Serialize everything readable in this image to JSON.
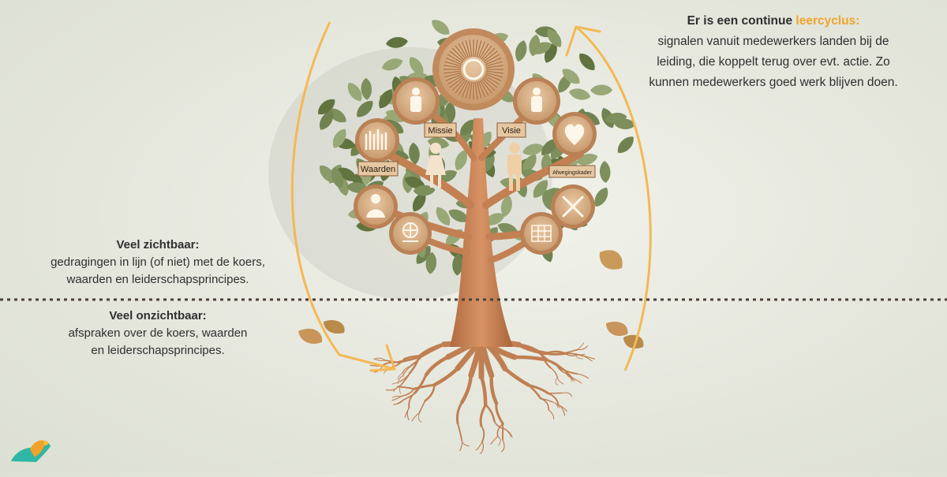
{
  "learning_cycle": {
    "heading_prefix": "Er is een continue ",
    "heading_accent": "leercyclus:",
    "body": [
      "signalen vanuit medewerkers landen bij de",
      "leiding, die koppelt terug over evt. actie. Zo",
      "kunnen medewerkers goed werk blijven doen."
    ]
  },
  "visible": {
    "heading": "Veel zichtbaar:",
    "body": [
      "gedragingen in lijn (of niet) met de koers,",
      "waarden en leiderschapsprincipes."
    ]
  },
  "invisible": {
    "heading": "Veel onzichtbaar:",
    "body": [
      "afspraken over de koers, waarden",
      "en leiderschapsprincipes."
    ]
  },
  "tags": {
    "missie": "Missie",
    "visie": "Visie",
    "waarden": "Waarden",
    "afwegingskader": "Afwegingskader"
  },
  "colors": {
    "accent": "#f0a32a",
    "wood": "#c9875b",
    "leaf": "#7d8f5c",
    "divider": "#4a4038"
  }
}
